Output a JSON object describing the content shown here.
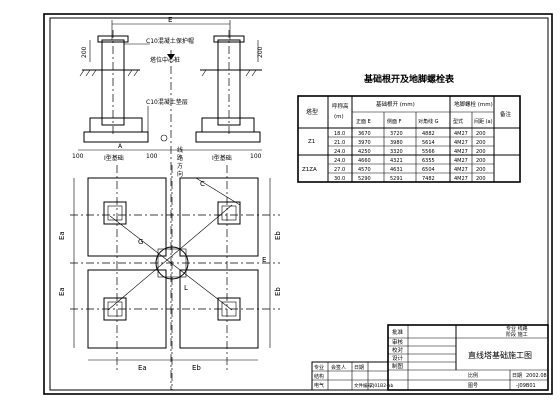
{
  "drawing": {
    "section_labels": {
      "protective_cap": "C10混凝土保护帽",
      "tower_center": "塔位中心桩",
      "cushion": "C10混凝土垫层",
      "dim_left_200": "200",
      "dim_right_200": "200",
      "dim_100_a": "100",
      "dim_100_b": "100",
      "dim_100_c": "100",
      "leg_left": "I型基础",
      "leg_right": "I型基础",
      "line_direction": "线路方向",
      "dim_E": "E",
      "dim_A": "A"
    },
    "plan_labels": {
      "Ea": "Ea",
      "Eb": "Eb",
      "Ea_bottom": "Ea",
      "Eb_bottom": "Eb",
      "Ea_left_low": "Ea",
      "Eb_right_low": "Eb",
      "L": "L",
      "G": "G",
      "C": "C",
      "E": "E"
    }
  },
  "table": {
    "title": "基础根开及地脚螺栓表",
    "headers": {
      "tower_type": "塔型",
      "height": "呼称高",
      "height_unit": "(m)",
      "root_open": "基础根开 (mm)",
      "bolt_spec": "地脚螺栓 (mm)",
      "remarks": "备注",
      "front_face": "正面 E",
      "side_face": "侧面 F",
      "diagonal": "对角线 G",
      "bolt_type": "型式",
      "bolt_spacing": "间距 (a)"
    },
    "groups": [
      {
        "type": "Z1",
        "rows": [
          {
            "h": "18.0",
            "e": "3670",
            "f": "3720",
            "g": "4882",
            "bolt": "4M27",
            "sp": "200"
          },
          {
            "h": "21.0",
            "e": "3970",
            "f": "3980",
            "g": "5614",
            "bolt": "4M27",
            "sp": "200"
          },
          {
            "h": "24.0",
            "e": "4250",
            "f": "3320",
            "g": "5566",
            "bolt": "4M27",
            "sp": "200"
          }
        ]
      },
      {
        "type": "Z1ZA",
        "rows": [
          {
            "h": "24.0",
            "e": "4660",
            "f": "4321",
            "g": "6355",
            "bolt": "4M27",
            "sp": "200"
          },
          {
            "h": "27.0",
            "e": "4570",
            "f": "4631",
            "g": "6504",
            "bolt": "4M27",
            "sp": "200"
          },
          {
            "h": "30.0",
            "e": "5290",
            "f": "5291",
            "g": "7482",
            "bolt": "4M27",
            "sp": "200"
          }
        ]
      }
    ]
  },
  "title_block": {
    "left_cells": [
      "批准",
      "审核",
      "校对",
      "设计",
      "制图"
    ],
    "right_top_1": "专业 线路",
    "right_top_2": "阶段 施工",
    "drawing_title": "直线塔基础施工图",
    "scale_label": "比例",
    "date_label": "日期",
    "date_value": "2002.08",
    "drawing_no_label": "图号",
    "drawing_no_value": "-J09B01",
    "bottom_left": {
      "r1c1": "专业",
      "r1c2": "会签人",
      "r1c3": "日期",
      "r2c1": "结构",
      "r3c1": "电气",
      "r3c4": "文件编号",
      "r3c5": "ZJ01B2-ab"
    }
  }
}
